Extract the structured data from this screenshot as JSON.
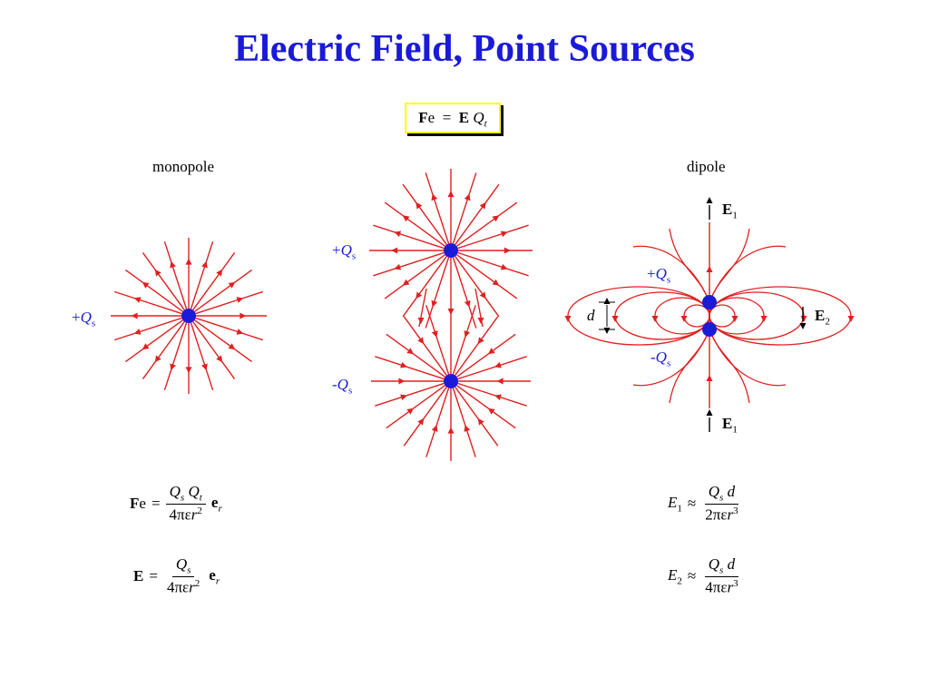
{
  "title": "Electric Field, Point Sources",
  "box_formula": {
    "F": "F",
    "e": "e",
    "eq": "=",
    "E": "E",
    "Q": "Q",
    "t": "t"
  },
  "labels": {
    "monopole": "monopole",
    "dipole": "dipole"
  },
  "charges": {
    "plus_sign": "+",
    "minus_sign": "-",
    "Q": "Q",
    "s": "s"
  },
  "dipole": {
    "d": "d",
    "E1_top": "E",
    "E1_top_sub": "1",
    "E2": "E",
    "E2_sub": "2",
    "E1_bottom": "E",
    "E1_bottom_sub": "1"
  },
  "equations": {
    "force": {
      "lhs": "F",
      "lhs_sub": "e",
      "eq": "=",
      "num_a": "Q",
      "num_a_sub": "s",
      "num_b": "Q",
      "num_b_sub": "t",
      "den": "4πε",
      "den_r": "r",
      "den_pow": "2",
      "vec": "e",
      "vec_sub": "r"
    },
    "field": {
      "lhs": "E",
      "eq": "=",
      "num": "Q",
      "num_sub": "s",
      "den": "4πε",
      "den_r": "r",
      "den_pow": "2",
      "vec": "e",
      "vec_sub": "r"
    },
    "e1": {
      "lhs": "E",
      "lhs_sub": "1",
      "approx": "≈",
      "num": "Q",
      "num_sub": "s",
      "num_d": "d",
      "den": "2πε",
      "den_r": "r",
      "den_pow": "3"
    },
    "e2": {
      "lhs": "E",
      "lhs_sub": "2",
      "approx": "≈",
      "num": "Q",
      "num_sub": "s",
      "num_d": "d",
      "den": "4πε",
      "den_r": "r",
      "den_pow": "3"
    }
  },
  "colors": {
    "title": "#1a1ad9",
    "field_line": "#e02020",
    "charge": "#1a1ad9",
    "box_border": "#ffff00"
  }
}
